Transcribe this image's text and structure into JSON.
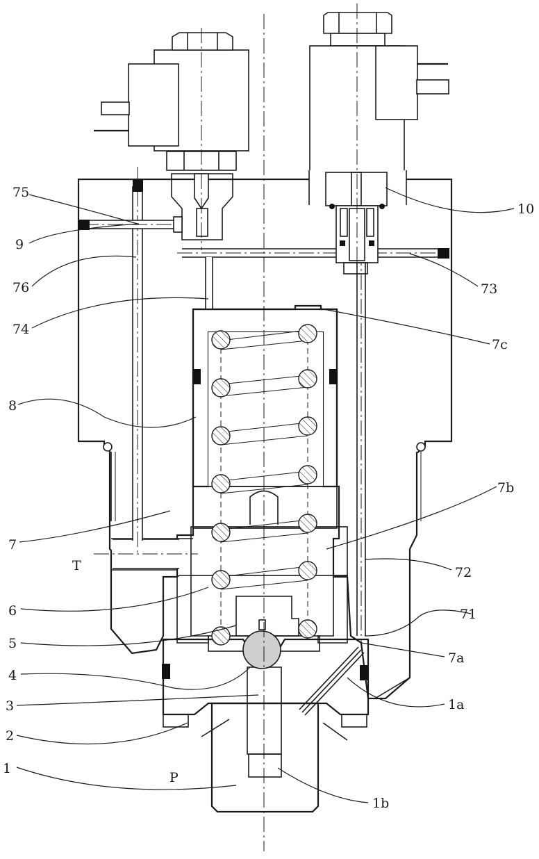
{
  "labels": {
    "l1": "1",
    "l1a": "1a",
    "l1b": "1b",
    "l2": "2",
    "l3": "3",
    "l4": "4",
    "l5": "5",
    "l6": "6",
    "l7": "7",
    "l7a": "7a",
    "l7b": "7b",
    "l7c": "7c",
    "l8": "8",
    "l9": "9",
    "l10": "10",
    "l71": "71",
    "l72": "72",
    "l73": "73",
    "l74": "74",
    "l75": "75",
    "l76": "76"
  },
  "ports": {
    "tank": "T",
    "pressure": "P"
  },
  "colors": {
    "line": "#1a1a1a",
    "background": "#ffffff",
    "seal": "#111111"
  }
}
